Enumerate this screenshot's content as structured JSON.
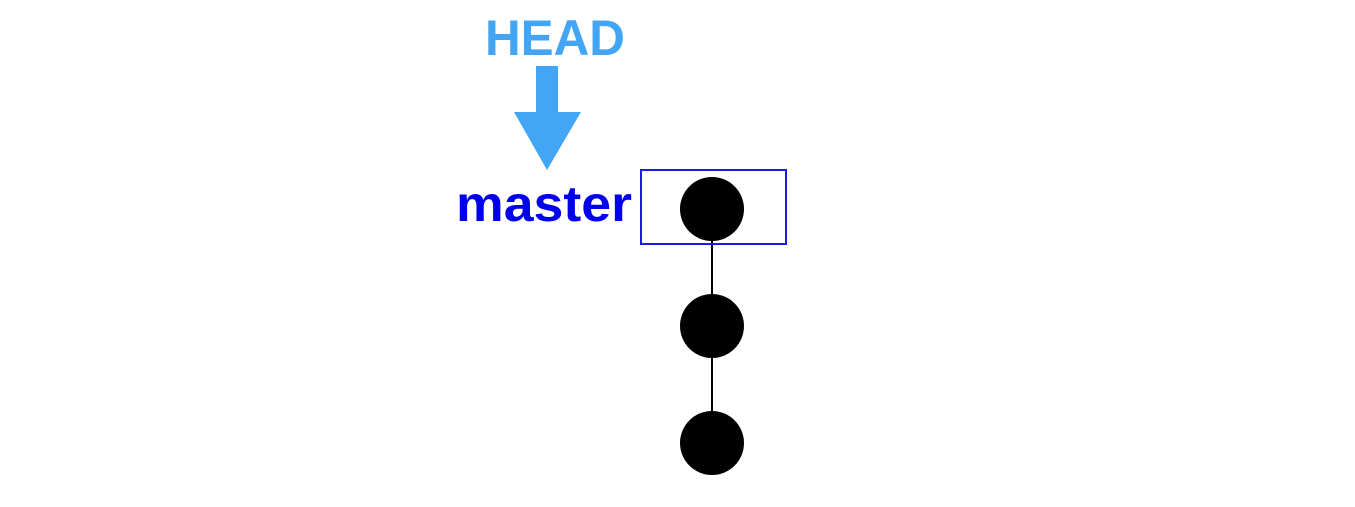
{
  "head": {
    "label": "HEAD",
    "color": "#42a5f5"
  },
  "branch": {
    "label": "master",
    "color": "#0000ee",
    "box_color": "#1a1aee"
  },
  "commits": [
    {
      "id": "commit-1",
      "tip": true
    },
    {
      "id": "commit-2",
      "tip": false
    },
    {
      "id": "commit-3",
      "tip": false
    }
  ],
  "colors": {
    "commit_fill": "#000000",
    "edge": "#000000",
    "background": "#ffffff"
  }
}
